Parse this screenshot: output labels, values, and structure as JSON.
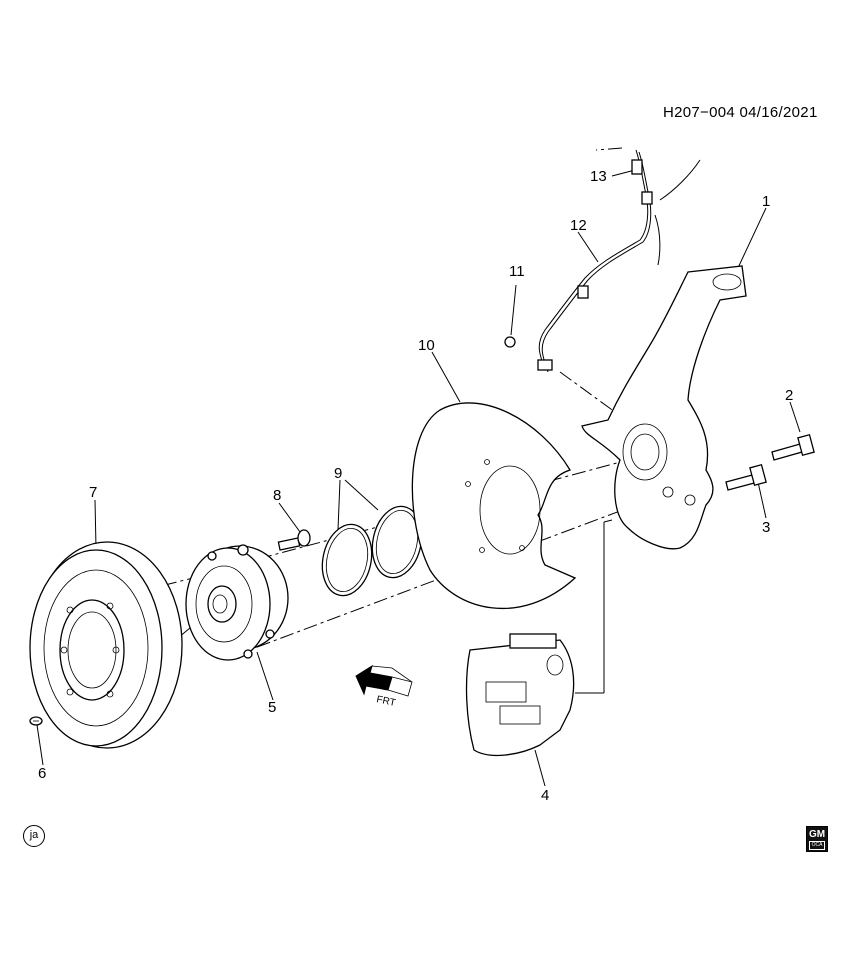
{
  "header": {
    "code": "H207−004  04/16/2021"
  },
  "callouts": [
    {
      "id": "1",
      "text": "1"
    },
    {
      "id": "2",
      "text": "2"
    },
    {
      "id": "3",
      "text": "3"
    },
    {
      "id": "4",
      "text": "4"
    },
    {
      "id": "5",
      "text": "5"
    },
    {
      "id": "6",
      "text": "6"
    },
    {
      "id": "7",
      "text": "7"
    },
    {
      "id": "8",
      "text": "8"
    },
    {
      "id": "9",
      "text": "9"
    },
    {
      "id": "10",
      "text": "10"
    },
    {
      "id": "11",
      "text": "11"
    },
    {
      "id": "12",
      "text": "12"
    },
    {
      "id": "13",
      "text": "13"
    }
  ],
  "front_arrow": {
    "label": "FRT",
    "icon": "front-direction-arrow-icon"
  },
  "footer": {
    "circle_label": "ja",
    "logo": {
      "text": "GM",
      "sub": "OCA",
      "icon": "gm-logo-icon"
    }
  }
}
